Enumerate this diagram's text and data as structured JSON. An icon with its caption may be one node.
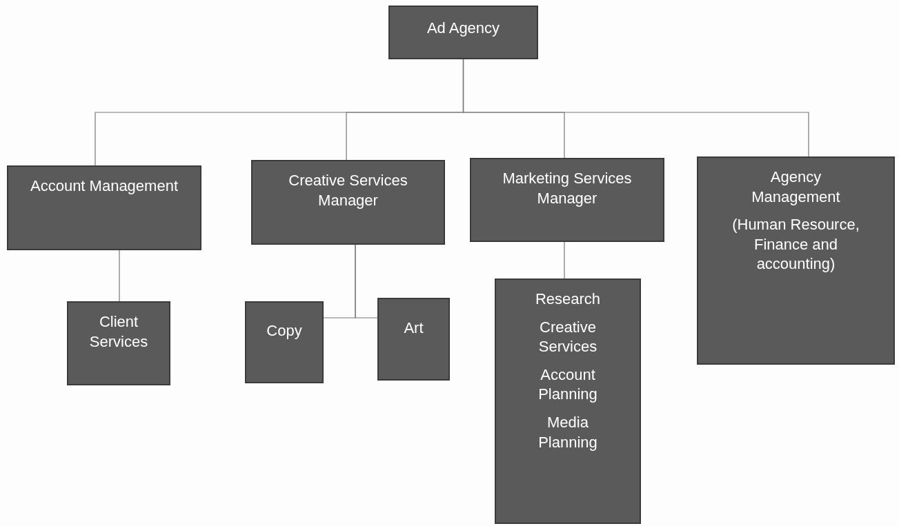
{
  "diagram": {
    "nodes": [
      {
        "text": [
          "Ad Agency"
        ]
      },
      {
        "text": [
          "Account Management"
        ]
      },
      {
        "text": [
          "Creative Services Manager"
        ]
      },
      {
        "text": [
          "Marketing Services Manager"
        ]
      },
      {
        "text": [
          "Agency Management",
          "(Human Resource, Finance and accounting)"
        ]
      },
      {
        "text": [
          "Client Services"
        ]
      },
      {
        "text": [
          "Copy"
        ]
      },
      {
        "text": [
          "Art"
        ]
      },
      {
        "text": [
          "Research",
          "Creative Services",
          "Account Planning",
          "Media Planning"
        ]
      }
    ],
    "edges": [
      {
        "from": 0,
        "to": 1,
        "arrow": "none"
      },
      {
        "from": 0,
        "to": 2,
        "arrow": "none"
      },
      {
        "from": 0,
        "to": 3,
        "arrow": "none"
      },
      {
        "from": 0,
        "to": 4,
        "arrow": "none"
      },
      {
        "from": 1,
        "to": 5,
        "arrow": "none"
      },
      {
        "from": 2,
        "to": 6,
        "arrow": "none"
      },
      {
        "from": 2,
        "to": 7,
        "arrow": "none"
      },
      {
        "from": 3,
        "to": 8,
        "arrow": "none"
      }
    ]
  }
}
